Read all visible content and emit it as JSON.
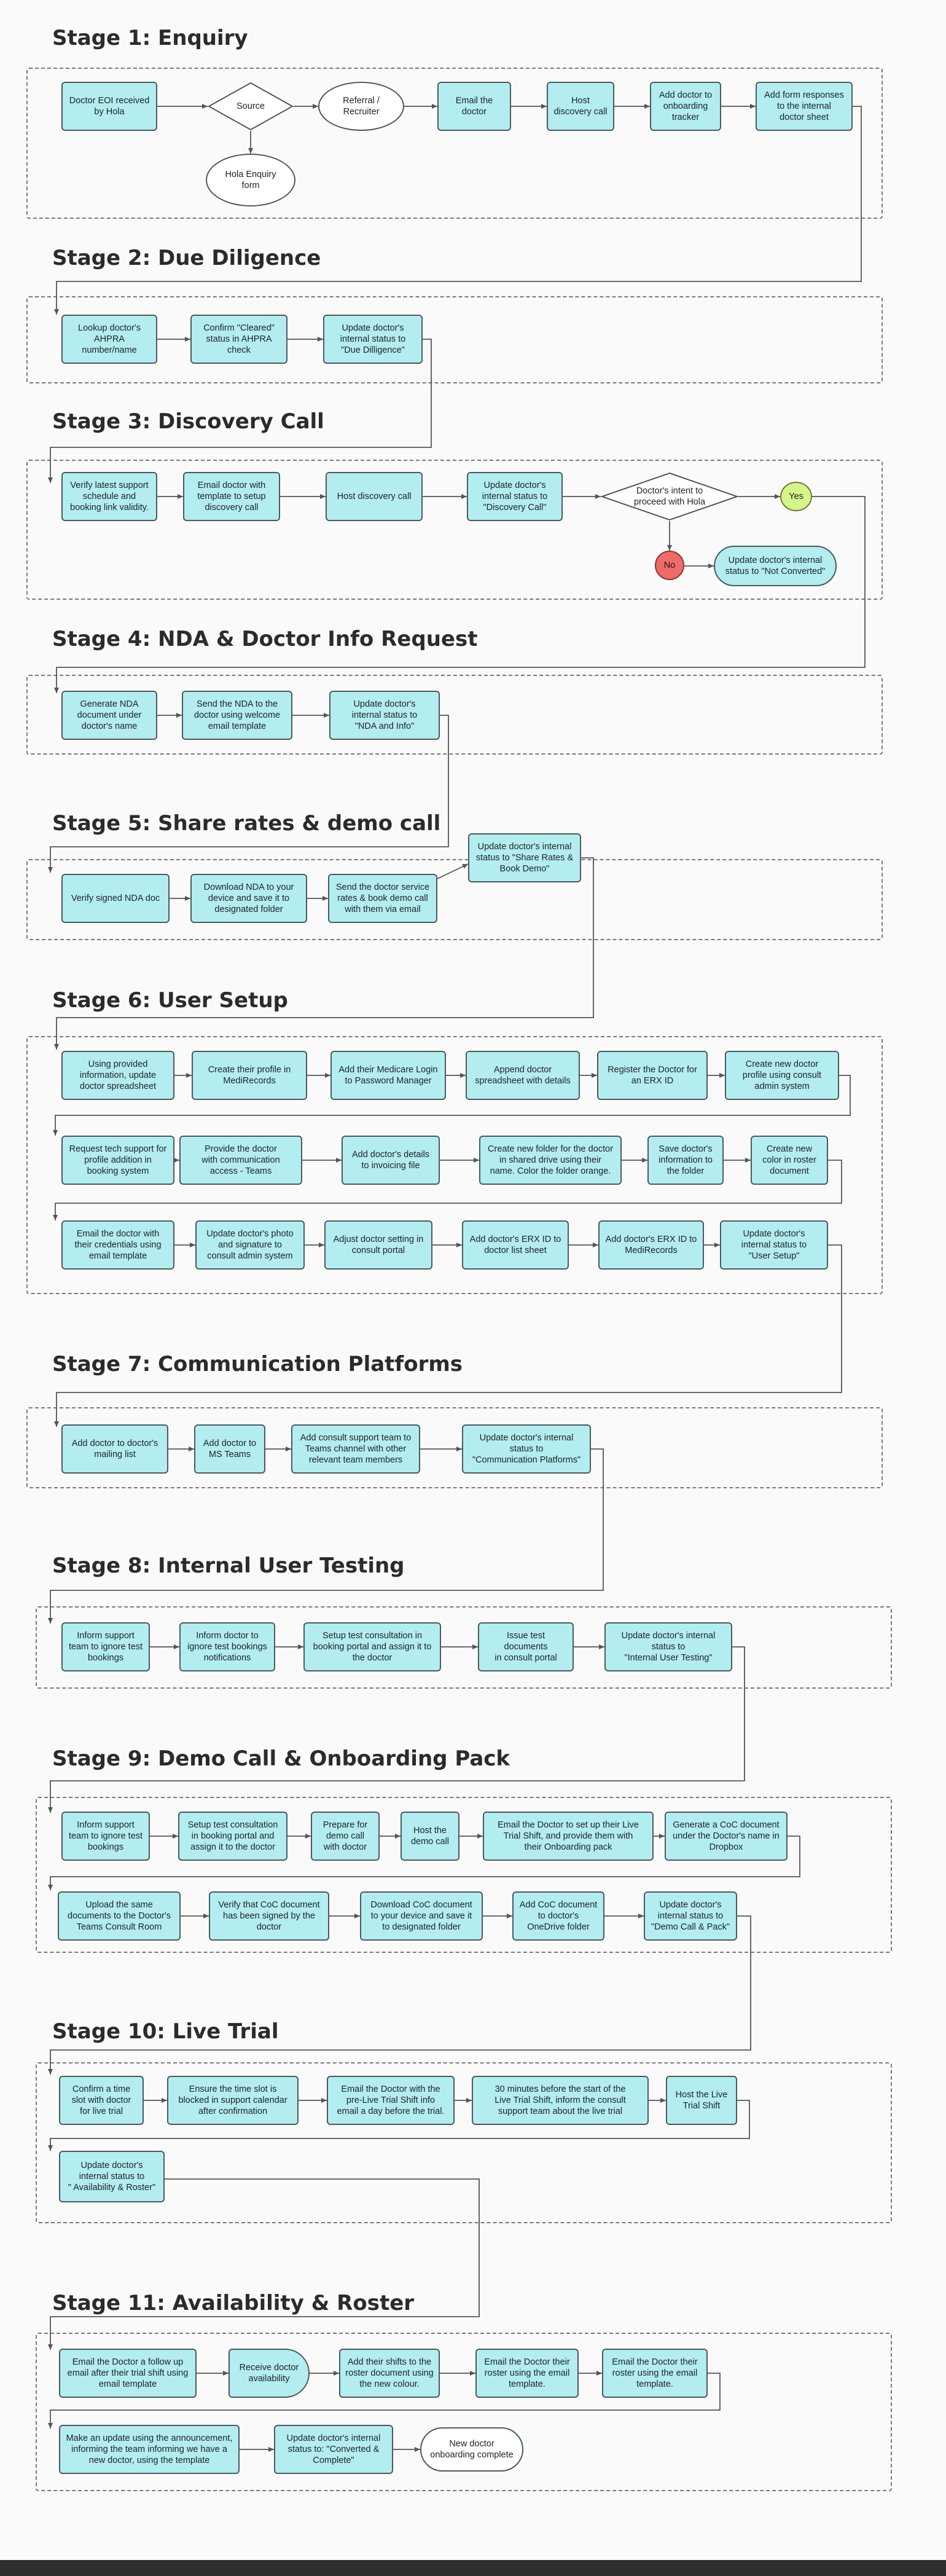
{
  "stages": [
    {
      "key": "s1",
      "title": "Stage 1: Enquiry"
    },
    {
      "key": "s2",
      "title": "Stage 2: Due Diligence"
    },
    {
      "key": "s3",
      "title": "Stage 3: Discovery Call"
    },
    {
      "key": "s4",
      "title": "Stage 4: NDA & Doctor Info Request"
    },
    {
      "key": "s5",
      "title": "Stage 5: Share rates & demo call"
    },
    {
      "key": "s6",
      "title": "Stage 6: User Setup"
    },
    {
      "key": "s7",
      "title": "Stage 7: Communication Platforms"
    },
    {
      "key": "s8",
      "title": "Stage 8: Internal User Testing"
    },
    {
      "key": "s9",
      "title": "Stage 9: Demo Call & Onboarding Pack"
    },
    {
      "key": "s10",
      "title": "Stage 10: Live Trial"
    },
    {
      "key": "s11",
      "title": "Stage 11: Availability & Roster"
    }
  ],
  "nodes": {
    "s1a": "Doctor EOI received\nby Hola",
    "s1b": "Source",
    "s1c": "Referral /\nRecruiter",
    "s1d": "Email the\ndoctor",
    "s1e": "Host\ndiscovery call",
    "s1f": "Add doctor to\nonboarding\ntracker",
    "s1g": "Add form responses\nto the internal\ndoctor sheet",
    "s1h": "Hola Enquiry\nform",
    "s2a": "Lookup doctor's\nAHPRA\nnumber/name",
    "s2b": "Confirm \"Cleared\"\nstatus in AHPRA\ncheck",
    "s2c": "Update doctor's\ninternal status to\n\"Due Dilligence\"",
    "s3a": "Verify latest support\nschedule and\nbooking link validity.",
    "s3b": "Email doctor with\ntemplate to setup\ndiscovery call",
    "s3c": "Host discovery call",
    "s3d": "Update doctor's\ninternal status to\n\"Discovery Call\"",
    "s3e": "Doctor's intent to\nproceed with Hola",
    "s3f": "Yes",
    "s3g": "No",
    "s3h": "Update doctor's internal\nstatus to \"Not Converted\"",
    "s4a": "Generate NDA\ndocument under\ndoctor's name",
    "s4b": "Send the NDA to the\ndoctor using welcome\nemail template",
    "s4c": "Update doctor's\ninternal status to\n\"NDA and Info\"",
    "s5a": "Verify signed NDA doc",
    "s5b": "Download NDA to your\ndevice and save it to\ndesignated folder",
    "s5c": "Send the doctor service\nrates & book demo call\nwith them via email",
    "s5d": "Update doctor's internal\nstatus to \"Share Rates &\nBook Demo\"",
    "s6a": "Using provided\ninformation, update\ndoctor spreadsheet",
    "s6b": "Create their profile in\nMediRecords",
    "s6c": "Add their Medicare Login\nto Password Manager",
    "s6d": "Append doctor\nspreadsheet with details",
    "s6e": "Register the Doctor for\nan ERX ID",
    "s6f": "Create new doctor\nprofile using consult\nadmin system",
    "s6g": "Request tech support for\nprofile addition in\nbooking system",
    "s6h": "Provide the doctor\nwith communication\naccess - Teams",
    "s6i": "Add doctor's details\nto invoicing file",
    "s6j": "Create new folder for the doctor\nin shared drive using their\nname. Color the folder orange.",
    "s6k": "Save doctor's\ninformation to\nthe folder",
    "s6l": "Create new\ncolor in roster\ndocument",
    "s6m": "Email the doctor with\ntheir credentials using\nemail template",
    "s6n": "Update doctor's photo\nand signature to\nconsult admin system",
    "s6o": "Adjust doctor setting in\nconsult portal",
    "s6p": "Add doctor's ERX ID to\ndoctor list sheet",
    "s6q": "Add doctor's ERX ID to\nMediRecords",
    "s6r": "Update doctor's\ninternal status to\n\"User Setup\"",
    "s7a": "Add doctor to doctor's\nmailing list",
    "s7b": "Add doctor to\nMS Teams",
    "s7c": "Add consult support team to\nTeams channel with other\nrelevant team members",
    "s7d": "Update doctor's internal\nstatus to\n\"Communication Platforms\"",
    "s8a": "Inform support\nteam to ignore test\nbookings",
    "s8b": "Inform doctor to\nignore test bookings\nnotifications",
    "s8c": "Setup test consultation in\nbooking portal and assign it to\nthe doctor",
    "s8d": "Issue test documents\nin consult portal",
    "s8e": "Update doctor's internal\nstatus to\n\"Internal User Testing\"",
    "s9a": "Inform support\nteam to ignore test\nbookings",
    "s9b": "Setup test consultation\nin booking portal and\nassign it to the doctor",
    "s9c": "Prepare for\ndemo call\nwith doctor",
    "s9d": "Host the\ndemo call",
    "s9e": "Email the Doctor to set up their Live\nTrial Shift, and provide them with\ntheir Onboarding pack",
    "s9f": "Generate a CoC document\nunder the Doctor's name in\nDropbox",
    "s9g": "Upload the same\ndocuments to the Doctor's\nTeams Consult Room",
    "s9h": "Verify that CoC document\nhas been signed by the\ndoctor",
    "s9i": "Download CoC document\nto your device and save it\nto designated folder",
    "s9j": "Add CoC document\nto doctor's\nOneDrive folder",
    "s9k": "Update doctor's\ninternal status to\n\"Demo Call & Pack\"",
    "s10a": "Confirm a time\nslot with doctor\nfor live trial",
    "s10b": "Ensure the time slot is\nblocked in support calendar\nafter confirmation",
    "s10c": "Email the Doctor with the\npre-Live Trial Shift info\nemail a day before the trial.",
    "s10d": "30 minutes before the start of the\nLive Trial Shift, inform the consult\nsupport team about the live trial",
    "s10e": "Host the Live\nTrial Shift",
    "s10f": "Update doctor's\ninternal status to\n\" Availability & Roster\"",
    "s11a": "Email the Doctor a follow up\nemail after their trial shift using\nemail template",
    "s11b": "Receive doctor\navailability",
    "s11c": "Add their shifts to the\nroster document using\nthe new colour.",
    "s11d": "Email the Doctor their\nroster using the email\ntemplate.",
    "s11e": "Email the Doctor their\nroster using the email\ntemplate.",
    "s11f": "Make an update using the announcement,\ninforming the team informing we have a\nnew doctor, using the template",
    "s11g": "Update doctor's internal\nstatus to: \"Converted &\nComplete\"",
    "s11h": "New doctor\nonboarding complete"
  },
  "colors": {
    "process_fill": "#b3edf0",
    "yes_fill": "#d6f58a",
    "no_fill": "#f06a6a",
    "line": "#555555"
  }
}
